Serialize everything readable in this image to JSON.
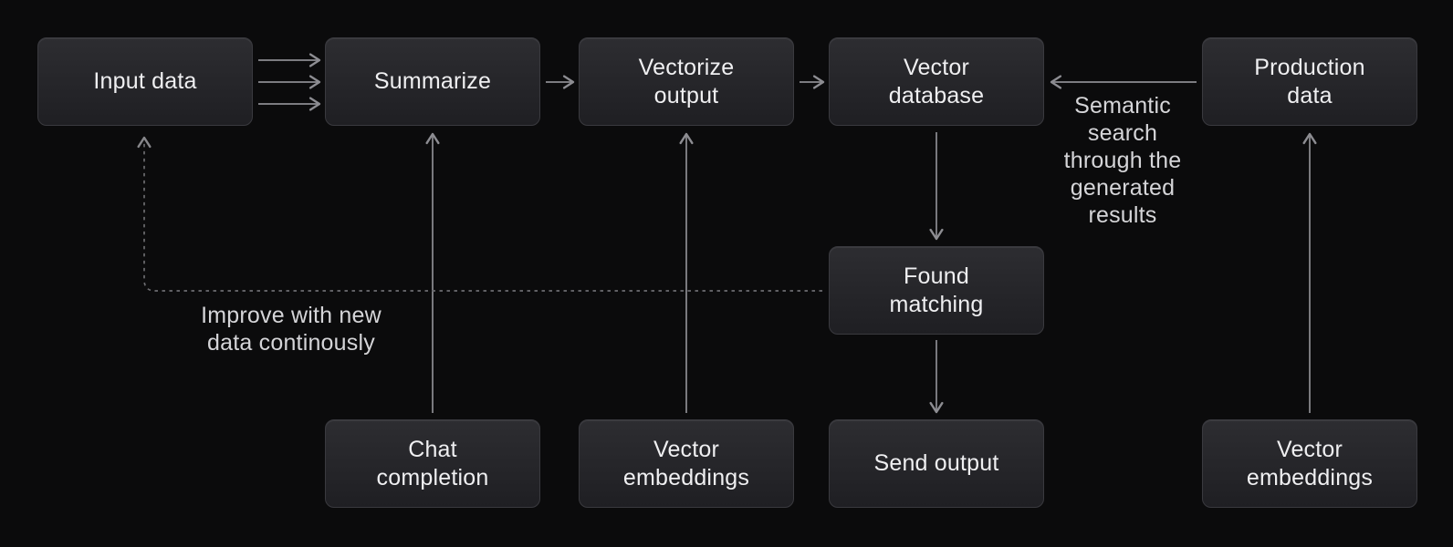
{
  "nodes": {
    "input_data": {
      "label": "Input data"
    },
    "summarize": {
      "label": "Summarize"
    },
    "vectorize_output": {
      "label": [
        "Vectorize",
        "output"
      ]
    },
    "vector_database": {
      "label": [
        "Vector",
        "database"
      ]
    },
    "production_data": {
      "label": [
        "Production",
        "data"
      ]
    },
    "found_matching": {
      "label": [
        "Found",
        "matching"
      ]
    },
    "chat_completion": {
      "label": [
        "Chat",
        "completion"
      ]
    },
    "vector_embeddings_mid": {
      "label": [
        "Vector",
        "embeddings"
      ]
    },
    "send_output": {
      "label": "Send output"
    },
    "vector_embeddings_right": {
      "label": [
        "Vector",
        "embeddings"
      ]
    }
  },
  "annotations": {
    "semantic_search": {
      "lines": [
        "Semantic",
        "search",
        "through the",
        "generated",
        "results"
      ]
    },
    "improve": {
      "lines": [
        "Improve with new",
        "data continously"
      ]
    }
  },
  "edges": [
    {
      "from": "input_data",
      "to": "summarize",
      "style": "solid",
      "count": 3
    },
    {
      "from": "summarize",
      "to": "vectorize_output",
      "style": "solid"
    },
    {
      "from": "vectorize_output",
      "to": "vector_database",
      "style": "solid"
    },
    {
      "from": "production_data",
      "to": "vector_database",
      "style": "solid",
      "label": "Semantic search through the generated results"
    },
    {
      "from": "vector_database",
      "to": "found_matching",
      "style": "solid"
    },
    {
      "from": "found_matching",
      "to": "send_output",
      "style": "solid"
    },
    {
      "from": "chat_completion",
      "to": "summarize",
      "style": "solid"
    },
    {
      "from": "vector_embeddings_mid",
      "to": "vectorize_output",
      "style": "solid"
    },
    {
      "from": "vector_embeddings_right",
      "to": "production_data",
      "style": "solid"
    },
    {
      "from": "found_matching",
      "to": "input_data",
      "style": "dashed",
      "label": "Improve with new data continously"
    }
  ],
  "colors": {
    "background": "#0b0b0c",
    "node_fill_top": "#2d2d31",
    "node_fill_bottom": "#1f1f23",
    "node_border": "#3a3a3f",
    "node_text": "#efeff1",
    "arrow": "#8d8d92",
    "dashed_arrow": "#6c6c70",
    "annotation_text": "#d5d5d8"
  }
}
